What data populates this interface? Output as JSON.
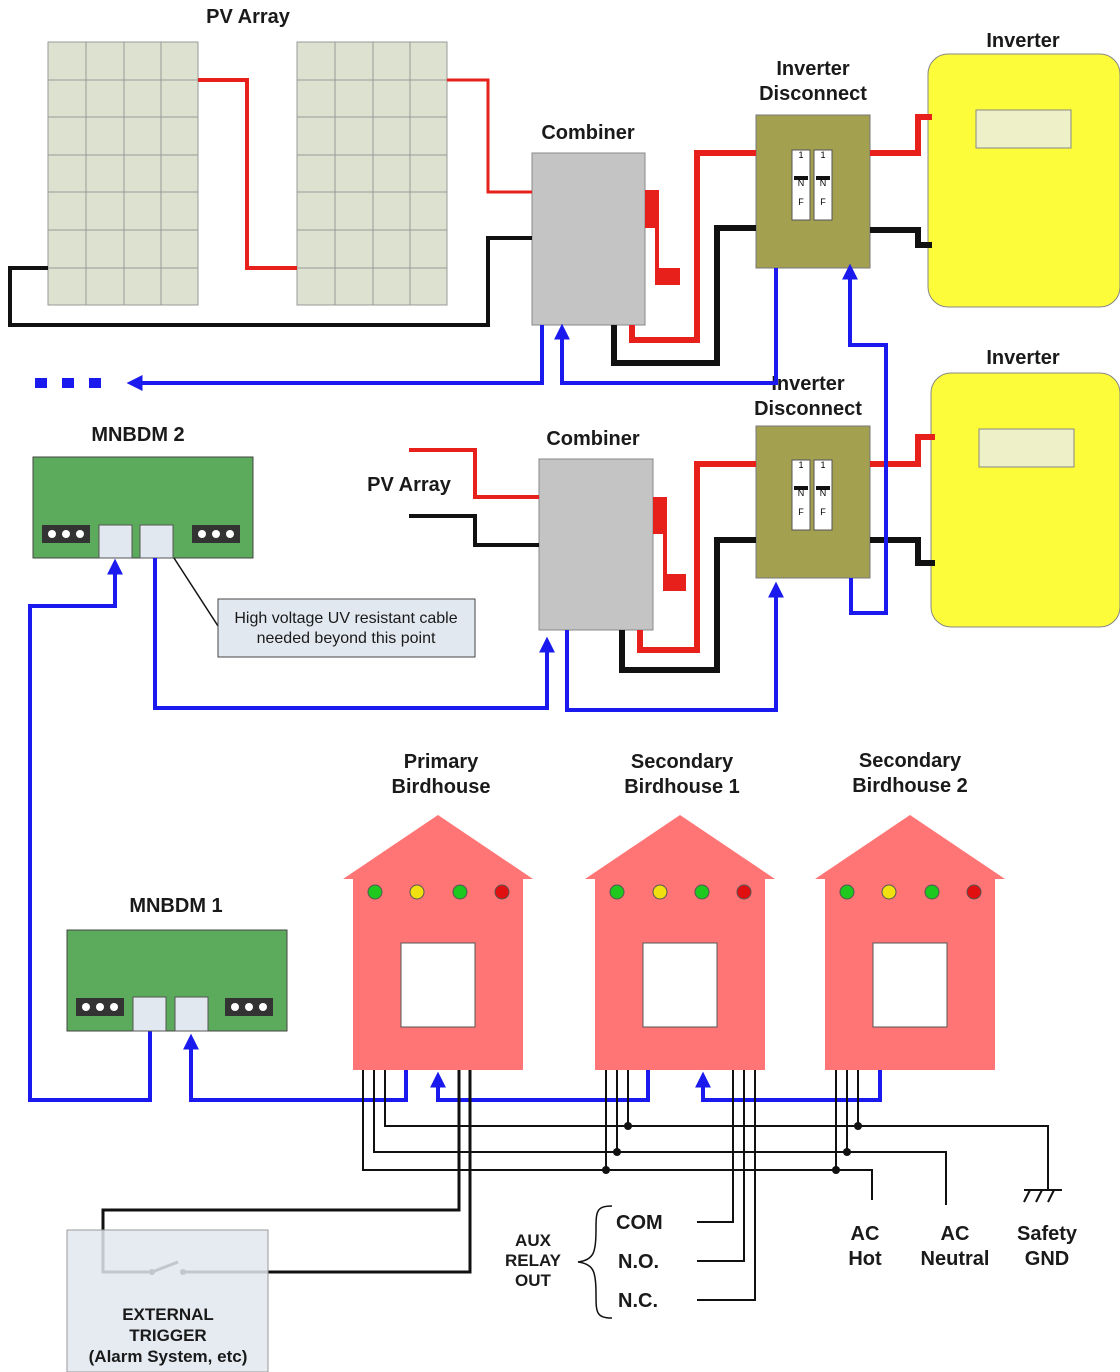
{
  "labels": {
    "pv_array_top": "PV Array",
    "pv_array_mid": "PV Array",
    "inverter_1": "Inverter",
    "inverter_2": "Inverter",
    "disconnect_1_line1": "Inverter",
    "disconnect_1_line2": "Disconnect",
    "disconnect_2_line1": "Inverter",
    "disconnect_2_line2": "Disconnect",
    "combiner_1": "Combiner",
    "combiner_2": "Combiner",
    "mnbdm_2": "MNBDM 2",
    "mnbdm_1": "MNBDM 1",
    "callout_line1": "High voltage UV resistant cable",
    "callout_line2": "needed  beyond this point",
    "primary_line1": "Primary",
    "primary_line2": "Birdhouse",
    "secondary1_line1": "Secondary",
    "secondary1_line2": "Birdhouse 1",
    "secondary2_line1": "Secondary",
    "secondary2_line2": "Birdhouse 2",
    "aux_line1": "AUX",
    "aux_line2": "RELAY",
    "aux_line3": "OUT",
    "com": "COM",
    "no": "N.O.",
    "nc": "N.C.",
    "ac_hot_line1": "AC",
    "ac_hot_line2": "Hot",
    "ac_neutral_line1": "AC",
    "ac_neutral_line2": "Neutral",
    "gnd_line1": "Safety",
    "gnd_line2": "GND",
    "trigger_line1": "EXTERNAL",
    "trigger_line2": "TRIGGER",
    "trigger_line3": "(Alarm System, etc)"
  },
  "breaker_marks": {
    "top": "1",
    "on": "N",
    "off": "F"
  },
  "colors": {
    "dc_positive": "#e8201c",
    "dc_negative": "#111111",
    "comm_cable": "#1a1aee",
    "panel": "#dde2d0",
    "combiner": "#c4c4c4",
    "disconnect": "#a3a050",
    "inverter": "#fcfc3a",
    "module_board": "#5caa5c",
    "birdhouse": "#ff7575",
    "trigger_box": "#e2e8f0",
    "led_green": "#1ec81e",
    "led_yellow": "#f0e010",
    "led_red": "#e01010"
  },
  "birdhouse_leds": [
    "green",
    "yellow",
    "green",
    "red"
  ]
}
